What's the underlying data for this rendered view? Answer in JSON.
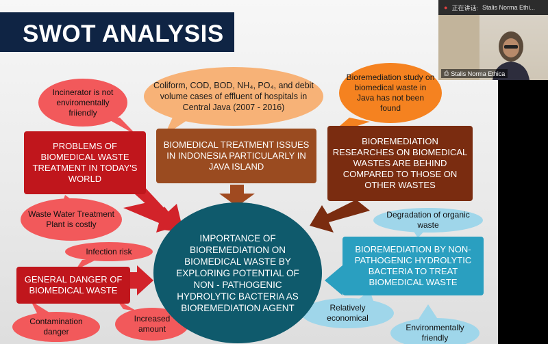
{
  "slide": {
    "title": "SWOT ANALYSIS",
    "boxes": {
      "problems": "PROBLEMS OF BIOMEDICAL WASTE TREATMENT IN TODAY'S WORLD",
      "issues": "BIOMEDICAL TREATMENT ISSUES IN INDONESIA PARTICULARLY IN JAVA ISLAND",
      "researches": "BIOREMEDIATION RESEARCHES ON BIOMEDICAL WASTES ARE BEHIND COMPARED TO THOSE ON OTHER WASTES",
      "danger": "GENERAL DANGER OF BIOMEDICAL WASTE",
      "bioremediation": "BIOREMEDIATION BY NON-PATHOGENIC HYDROLYTIC BACTERIA TO TREAT BIOMEDICAL WASTE"
    },
    "center": "IMPORTANCE OF BIOREMEDIATION ON BIOMEDICAL WASTE BY EXPLORING POTENTIAL OF NON - PATHOGENIC HYDROLYTIC BACTERIA AS BIOREMEDIATION AGENT",
    "bubbles": {
      "incinerator": "Incinerator is not enviromentally friiendly",
      "coliform": "Coliform, COD, BOD, NH₄, PO₄, and debit volume cases of effluent of hospitals in Central Java (2007 - 2016)",
      "study": "Bioremediation study on biomedical waste in Java has not been found",
      "wwtp": "Waste Water Treatment Plant is costly",
      "infection": "Infection risk",
      "degradation": "Degradation of organic waste",
      "contamination": "Contamination danger",
      "increased": "Increased amount",
      "economical": "Relatively economical",
      "friendly": "Environmentally friendly"
    }
  },
  "webcam": {
    "status": "正在讲话:",
    "speaker": "Stalis Norma Ethi...",
    "label": "Stalis Norma Ethica"
  },
  "colors": {
    "title_band": "#0f2444",
    "red_box": "#c0161c",
    "brown_box": "#9a4b20",
    "dark_brown_box": "#7a2c10",
    "blue_box": "#2a9fc0",
    "center_circle": "#0f5a6c",
    "pink_bubble": "#f2595b",
    "orange_bubble": "#f7b277",
    "dark_orange_bubble": "#f58220",
    "light_blue_bubble": "#9fd6ea"
  }
}
